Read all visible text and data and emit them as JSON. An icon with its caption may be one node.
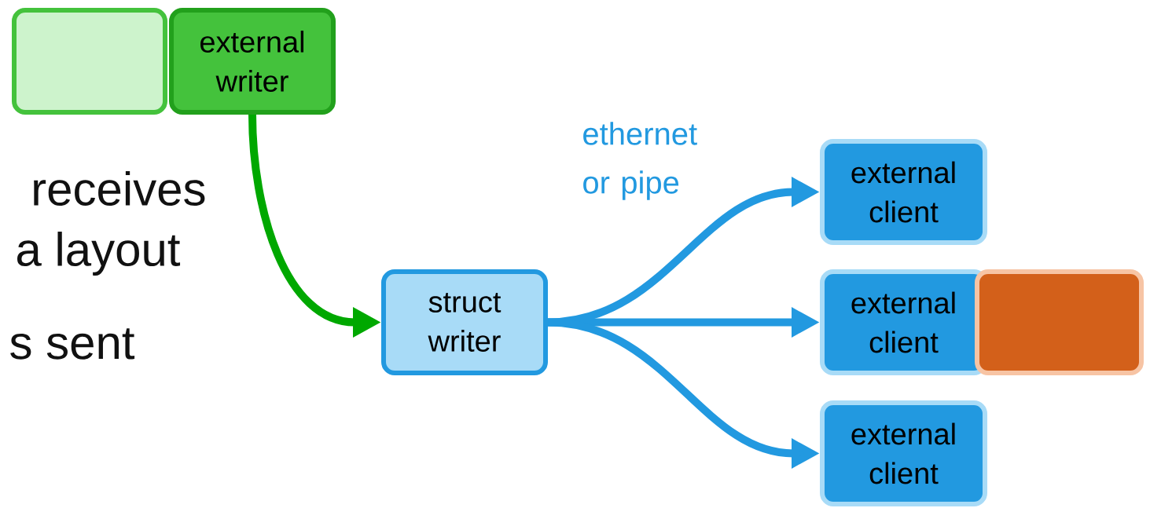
{
  "diagram": {
    "nodes": [
      {
        "text": [],
        "shape": "box"
      },
      {
        "text": [
          "external writer"
        ]
      },
      {
        "text": [
          "struct writer"
        ]
      },
      {
        "text": [
          "external client"
        ]
      },
      {
        "text": [
          "external client"
        ]
      },
      {
        "text": [],
        "shape": "box"
      },
      {
        "text": [
          "external client"
        ]
      }
    ],
    "edges": [
      {
        "from": 1,
        "to": 2,
        "arrow": "to",
        "color": "#00a800"
      },
      {
        "from": 2,
        "to": 3,
        "arrow": "to"
      },
      {
        "from": 2,
        "to": 4,
        "arrow": "to"
      },
      {
        "from": 2,
        "to": 6,
        "arrow": "to"
      }
    ],
    "labels": [
      "receives",
      "a layout",
      "s sent",
      "ethernet or pipe"
    ]
  }
}
